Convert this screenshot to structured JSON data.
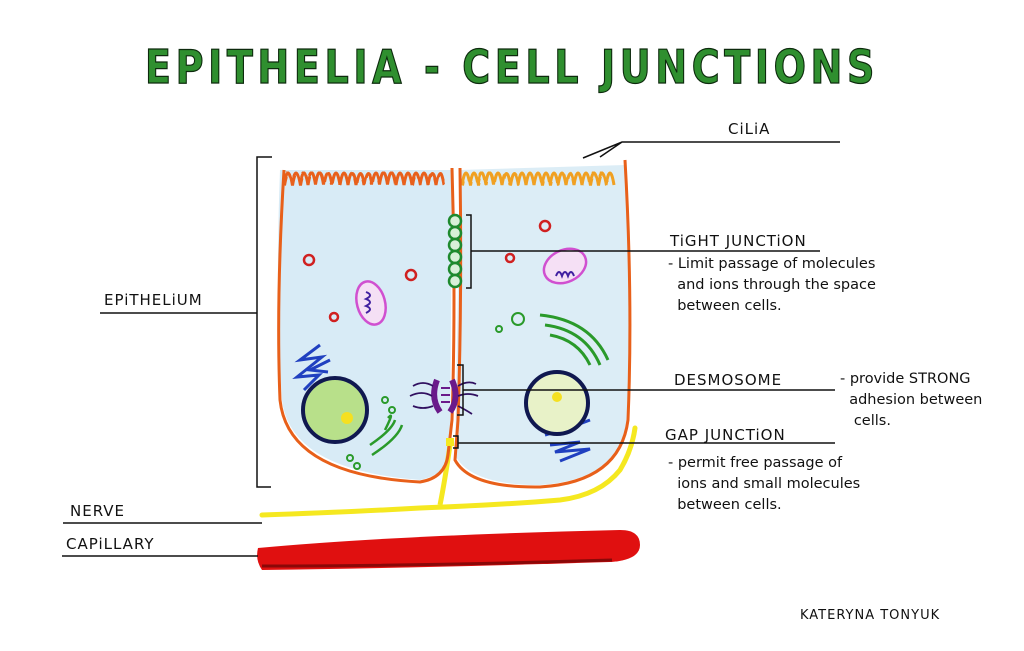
{
  "title": "EPITHELIA - CELL JUNCTIONS",
  "labels": {
    "cilia": "CiLiA",
    "epithelium": "EPiTHELiUM",
    "nerve": "NERVE",
    "capillary": "CAPiLLARY",
    "tight_junction": "TiGHT JUNCTiON",
    "desmosome": "DESMOSOME",
    "gap_junction": "GAP JUNCTiON"
  },
  "descriptions": {
    "tight_junction": "- Limit passage of molecules\n  and ions through the space\n  between cells.",
    "desmosome": "- provide STRONG\n  adhesion between\n   cells.",
    "gap_junction": "- permit free passage of\n  ions and small molecules\n  between cells."
  },
  "author": "KATERYNA TONYUK",
  "colors": {
    "title_fill": "#2f8f2f",
    "membrane": "#e8601a",
    "cilia_tip": "#f0a020",
    "cytoplasm": "#d4e9f5",
    "nerve": "#f5e820",
    "capillary": "#e01010",
    "tight_junction": "#1e8a2e",
    "desmosome": "#6a1a8a",
    "nucleus_ring": "#101850",
    "nucleus_fill": "#b8e08a",
    "nucleolus": "#f5e020",
    "mitochondria": "#d050d0",
    "golgi": "#2a9a2a",
    "er": "#2040c0",
    "vesicle": "#d02020"
  }
}
